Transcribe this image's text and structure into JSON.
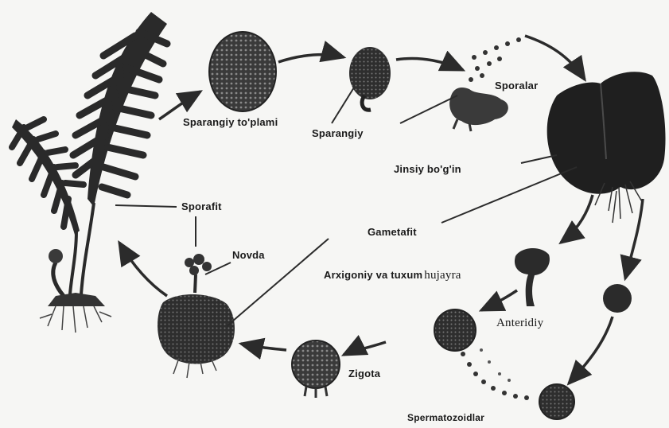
{
  "labels": {
    "sporangiy_toplami": "Sparangiy to'plami",
    "sporangiy": "Sparangiy",
    "sporalar": "Sporalar",
    "jinsiy_bogin": "Jinsiy bo'g'in",
    "gametafit": "Gametafit",
    "sporofit": "Sporafit",
    "novda": "Novda",
    "arxegoniy_a": "Arxigoniy va tuxum",
    "arxegoniy_b": "hujayra",
    "anteridiy": "Anteridiy",
    "zigota": "Zigota",
    "spermatozoidlar": "Spermatozoidlar"
  },
  "colors": {
    "ink": "#1a1a1a",
    "dark": "#2b2b2b",
    "mid": "#555555",
    "background": "#f6f6f4"
  }
}
